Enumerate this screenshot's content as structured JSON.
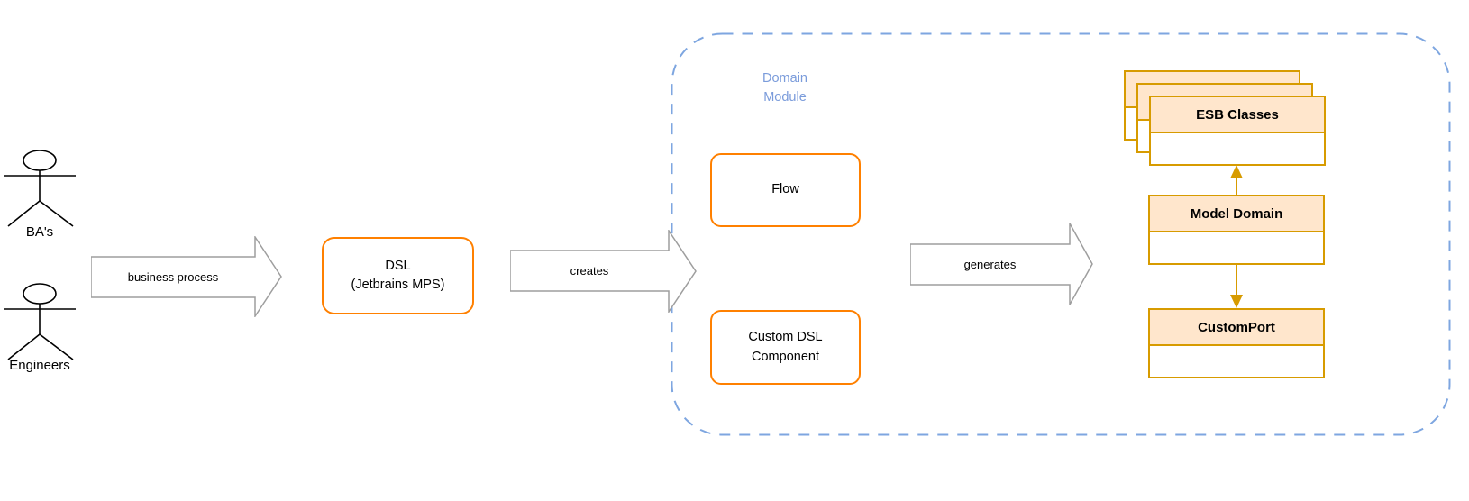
{
  "diagram": {
    "actors": [
      {
        "label": "BA's"
      },
      {
        "label": "Engineers"
      }
    ],
    "flow_arrows": [
      {
        "label": "business process"
      },
      {
        "label": "creates"
      },
      {
        "label": "generates"
      }
    ],
    "dsl_box": {
      "line1": "DSL",
      "line2": "(Jetbrains MPS)"
    },
    "domain_module": {
      "label_line1": "Domain",
      "label_line2": "Module",
      "flow_label": "Flow",
      "custom_component_line1": "Custom DSL",
      "custom_component_line2": "Component"
    },
    "classes": {
      "esb": "ESB Classes",
      "model_domain": "Model Domain",
      "custom_port": "CustomPort"
    },
    "colors": {
      "orange_stroke": "#ff8000",
      "uml_stroke": "#d79b00",
      "uml_header_fill": "#ffe6cc",
      "container_dash_blue": "#7ea6e0",
      "domain_title_blue": "#7b9cdb",
      "block_arrow_gray": "#9e9e9e",
      "connector_gold": "#d79b00"
    }
  }
}
